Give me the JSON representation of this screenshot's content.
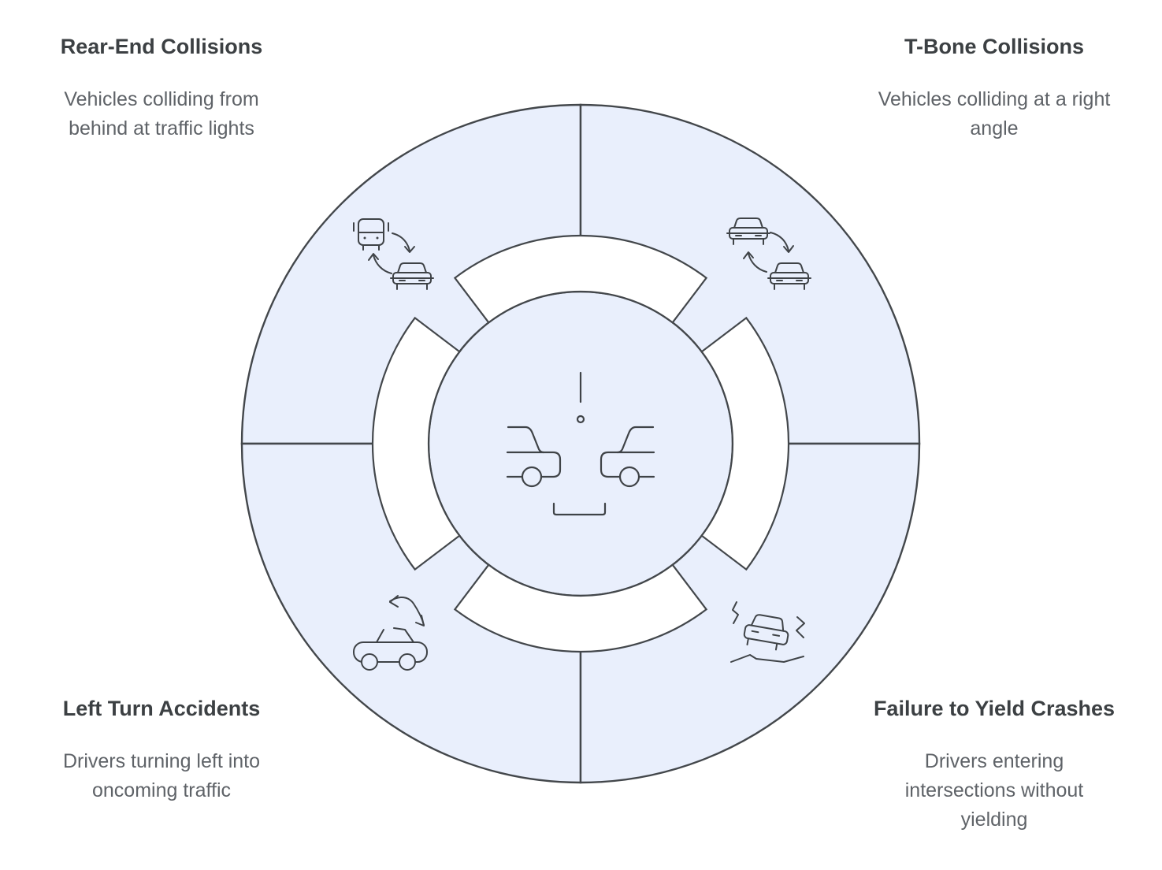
{
  "diagram": {
    "subject": "intersection-collision-types",
    "center": {
      "icon": "two-cars-intersection-icon"
    },
    "quadrants": [
      {
        "id": "rear-end",
        "position": "top-left",
        "title": "Rear-End Collisions",
        "description": "Vehicles colliding from behind at traffic lights",
        "icon": "bus-car-swap-icon"
      },
      {
        "id": "t-bone",
        "position": "top-right",
        "title": "T-Bone Collisions",
        "description": "Vehicles colliding at a right angle",
        "icon": "two-cars-swap-icon"
      },
      {
        "id": "left-turn",
        "position": "bottom-left",
        "title": "Left Turn Accidents",
        "description": "Drivers turning left into oncoming traffic",
        "icon": "car-turn-arrow-icon"
      },
      {
        "id": "failure-to-yield",
        "position": "bottom-right",
        "title": "Failure to Yield Crashes",
        "description": "Drivers entering intersections without yielding",
        "icon": "car-skid-impact-icon"
      }
    ],
    "colors": {
      "background": "#ffffff",
      "quadrant_fill": "#e9effc",
      "ring_fill": "#ffffff",
      "stroke": "#43474b",
      "icon_stroke": "#3f4347",
      "title_text": "#3c4043",
      "body_text": "#5f6368"
    }
  }
}
